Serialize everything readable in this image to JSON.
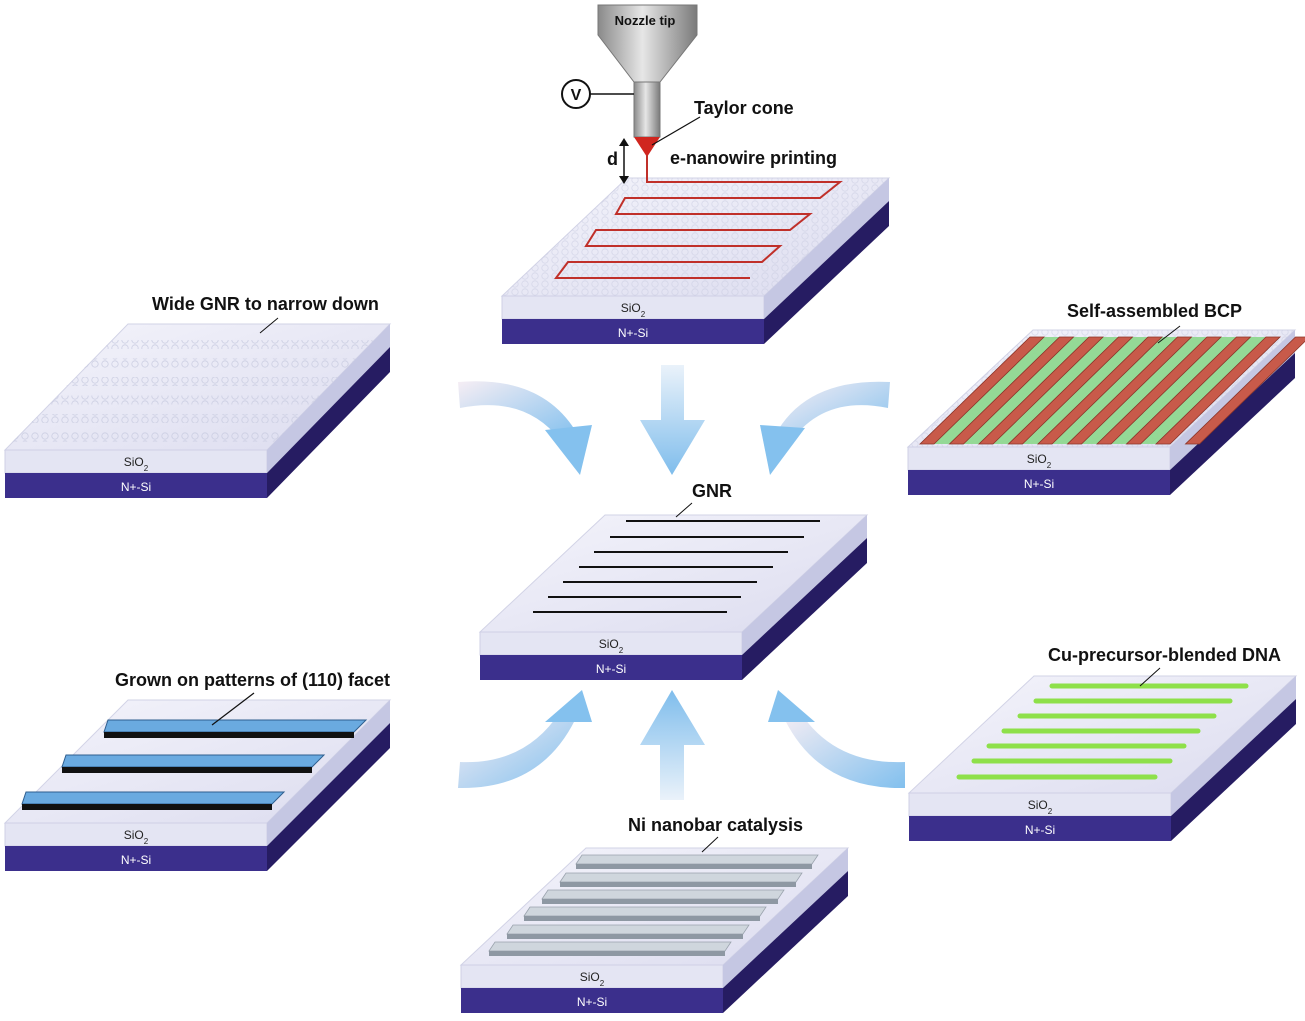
{
  "labels": {
    "nozzle_tip": "Nozzle tip",
    "voltage": "V",
    "taylor_cone": "Taylor cone",
    "distance": "d",
    "e_nanowire": "e-nanowire printing",
    "wide_gnr": "Wide GNR to narrow down",
    "self_assembled": "Self-assembled BCP",
    "gnr": "GNR",
    "grown_on": "Grown on patterns of (110) facet",
    "cu_precursor": "Cu-precursor-blended DNA",
    "ni_nanobar": "Ni nanobar catalysis"
  },
  "layers": {
    "sio2_main": "SiO",
    "sio2_sub": "2",
    "nsi": "N+-Si"
  },
  "colors": {
    "sio2_top": "#ececf6",
    "sio2_side": "#c5c7e3",
    "silicon": "#3b2f8c",
    "silicon_dark": "#261c62",
    "arrow": "#90c8f0",
    "nanowire": "#c0302a",
    "bcp_green": "#8fd890",
    "bcp_red": "#c85a4a",
    "dna_green": "#8ee04a",
    "facet_blue": "#6aaae0",
    "ni_gray": "#b4bec8",
    "gnr_line": "#111111"
  }
}
